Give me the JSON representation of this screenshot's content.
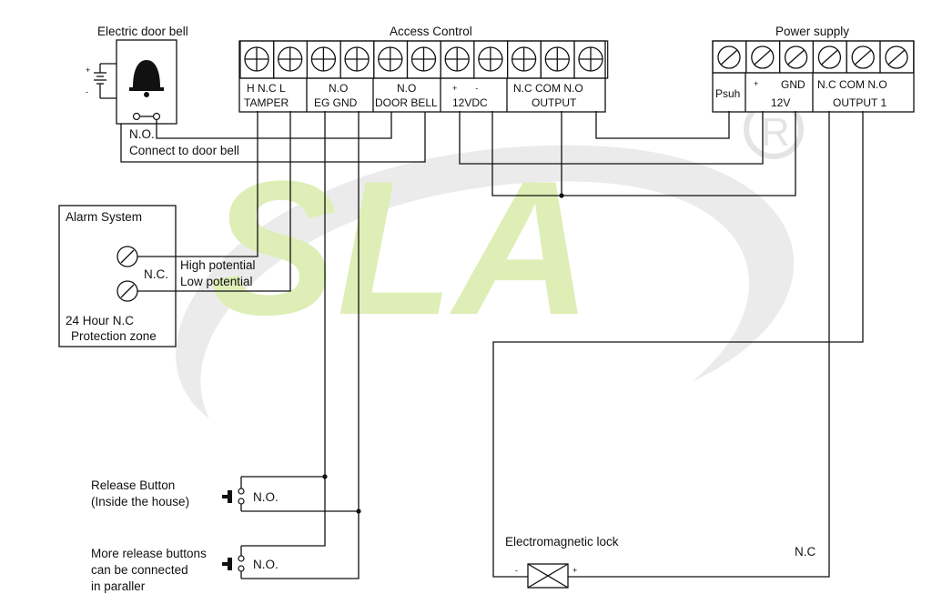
{
  "doorbell": {
    "title": "Electric door bell",
    "contact": "N.O.",
    "note": "Connect to door bell",
    "plus": "+",
    "minus": "-"
  },
  "access_control": {
    "title": "Access Control",
    "groups": [
      {
        "top": "H N.C L",
        "bottom": "TAMPER"
      },
      {
        "top": "N.O",
        "bottom": "EG GND"
      },
      {
        "top": "N.O",
        "bottom": "DOOR BELL"
      },
      {
        "top": "+        -",
        "bottom": "12VDC"
      },
      {
        "top": "N.C COM N.O",
        "bottom": "OUTPUT"
      }
    ]
  },
  "power_supply": {
    "title": "Power supply",
    "psuh": "Psuh",
    "plus": "+",
    "gnd": "GND",
    "volt": "12V",
    "out_top": "N.C COM N.O",
    "out_bottom": "OUTPUT 1"
  },
  "alarm": {
    "title": "Alarm System",
    "nc": "N.C.",
    "high": "High potential",
    "low": "Low potential",
    "zone_line1": "24 Hour N.C",
    "zone_line2": "Protection zone"
  },
  "release": {
    "label_line1": "Release Button",
    "label_line2": "(Inside the house)",
    "contact": "N.O.",
    "more_line1": "More release buttons",
    "more_line2": "can be connected",
    "more_line3": "in paraller",
    "more_contact": "N.O."
  },
  "lock": {
    "title": "Electromagnetic lock",
    "minus": "-",
    "plus": "+",
    "nc": "N.C"
  },
  "watermark": {
    "text": "SLA",
    "color": "#d6eaa0",
    "swoosh_color": "#e6e6e6"
  }
}
